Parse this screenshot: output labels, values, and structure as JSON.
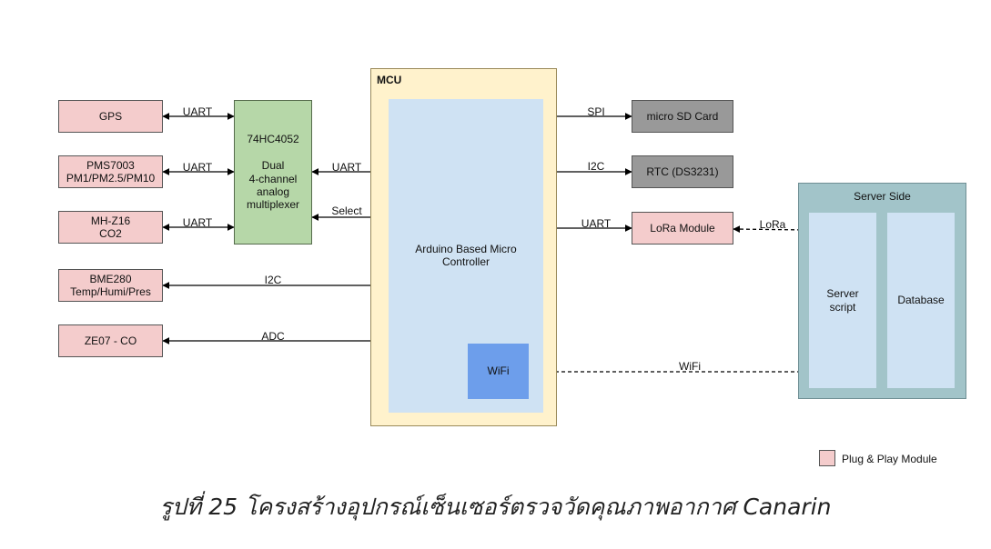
{
  "sensors": {
    "gps": "GPS",
    "pms": "PMS7003\nPM1/PM2.5/PM10",
    "mhz": "MH-Z16\nCO2",
    "bme": "BME280\nTemp/Humi/Pres",
    "ze07": "ZE07 - CO"
  },
  "mux": {
    "label": "74HC4052\n\nDual\n4-channel\nanalog\nmultiplexer"
  },
  "mcu": {
    "title": "MCU",
    "controller": "Arduino Based Micro\nController",
    "wifi": "WiFi"
  },
  "peripherals": {
    "sd": "micro SD Card",
    "rtc": "RTC (DS3231)",
    "lora": "LoRa Module"
  },
  "server": {
    "title": "Server Side",
    "script": "Server\nscript",
    "database": "Database"
  },
  "links": {
    "gps_uart": "UART",
    "pms_uart": "UART",
    "mhz_uart": "UART",
    "mux_uart": "UART",
    "mux_select": "Select",
    "bme_i2c": "I2C",
    "ze07_adc": "ADC",
    "sd_spi": "SPI",
    "rtc_i2c": "I2C",
    "lora_uart": "UART",
    "lora_link": "LoRa",
    "wifi_link": "WiFi"
  },
  "legend": {
    "label": "Plug & Play Module"
  },
  "caption": "รูปที่ 25 โครงสร้างอุปกรณ์เซ็นเซอร์ตรวจวัดคุณภาพอากาศ Canarin",
  "colors": {
    "plug_play": "#f4cccc",
    "mux": "#b6d7a8",
    "mcu": "#fff2cc",
    "controller": "#cfe2f3",
    "wifi_module": "#6d9eeb",
    "peripheral": "#999999",
    "server": "#a2c4c9"
  }
}
